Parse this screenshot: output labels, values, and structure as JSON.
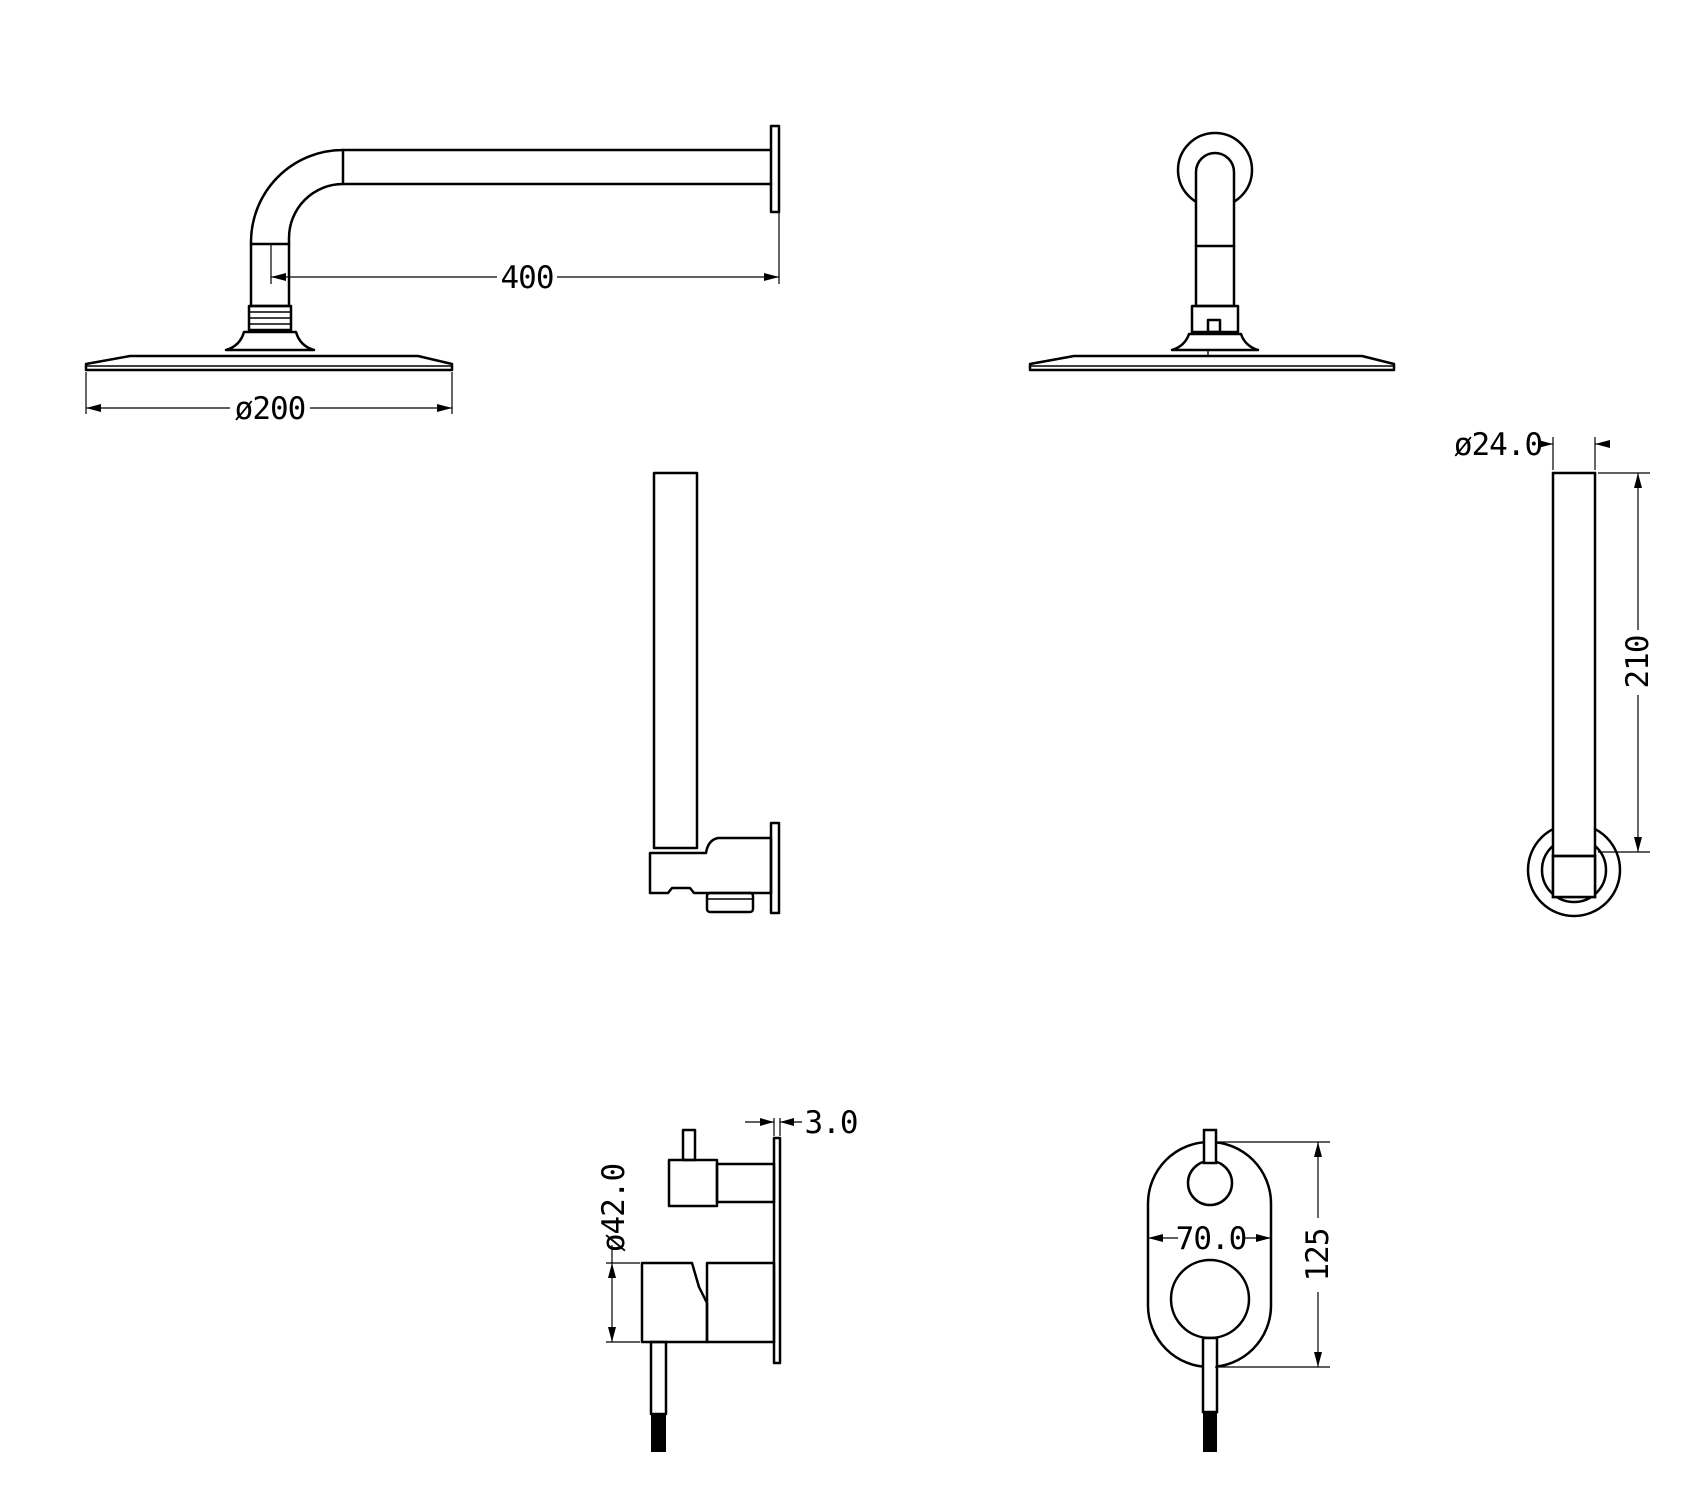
{
  "dimensions": {
    "arm_length": "400",
    "head_diameter": "ø200",
    "rail_diameter": "ø24.0",
    "rail_length": "210",
    "mixer_plate_thickness": "3.0",
    "handle_diameter": "ø42.0",
    "plate_width": "70.0",
    "plate_height": "125"
  },
  "views": [
    "shower-arm-side-view",
    "shower-arm-front-view",
    "hand-shower-rail-side-view",
    "hand-shower-rail-front-view",
    "diverter-mixer-side-view",
    "diverter-mixer-front-view"
  ]
}
